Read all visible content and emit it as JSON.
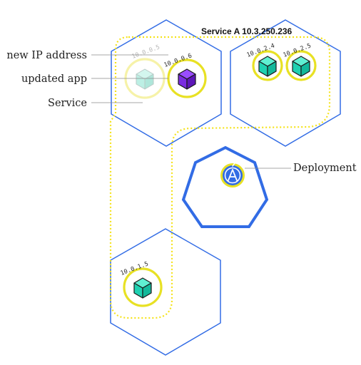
{
  "service": {
    "title": "Service A 10.3.250.236"
  },
  "callouts": {
    "new_ip": "new IP address",
    "updated_app": "updated app",
    "service": "Service",
    "deployment": "Deployment"
  },
  "pods": {
    "old_pod_ip": "10.0.0.5",
    "updated_pod_ip": "10.0.0.6",
    "pod_2_4_ip": "10.0.2.4",
    "pod_2_5_ip": "10.0.2.5",
    "pod_1_5_ip": "10.0.1.5"
  },
  "icons": {
    "deployment": "deployment-icon",
    "pod_cube": "cube-icon"
  },
  "colors": {
    "node_border": "#326ce5",
    "service_dots": "#f5e31b",
    "pod_ring": "#e8e124",
    "pod_cube": "#1fd1b1",
    "updated_cube": "#7a2de0"
  }
}
